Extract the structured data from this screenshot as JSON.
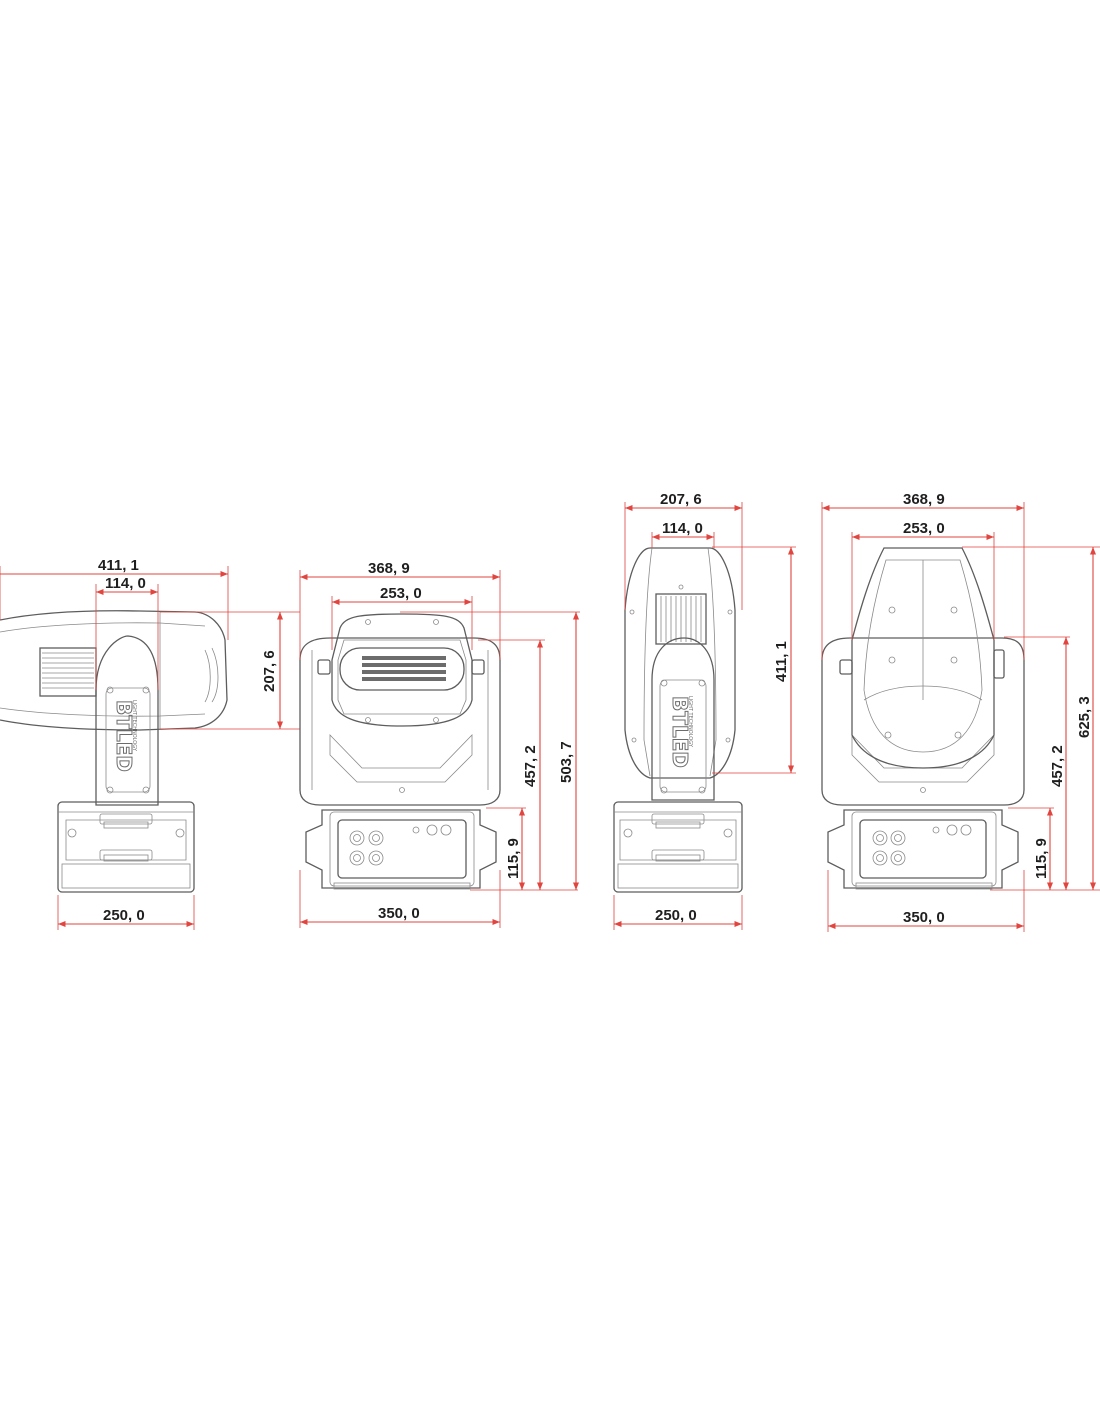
{
  "brand": {
    "logo": "BTLED",
    "tagline": "LIGHT TECHNOLOGY"
  },
  "colors": {
    "dimension_line": "#e0453f",
    "drawing_line": "#5d5d5d",
    "dimension_text": "#1f1f1f"
  },
  "units": "mm",
  "views": [
    {
      "id": "side-view-tilted",
      "dimensions": {
        "overall_length": "411, 1",
        "bracket_width": "114, 0",
        "head_height": "207, 6",
        "base_depth": "250, 0"
      }
    },
    {
      "id": "front-view-tilted",
      "dimensions": {
        "overall_width": "368, 9",
        "head_width": "253, 0",
        "height_to_tilt": "457, 2",
        "total_height": "503, 7",
        "base_height": "115, 9",
        "base_width": "350, 0"
      }
    },
    {
      "id": "side-view-upright",
      "dimensions": {
        "head_depth": "207, 6",
        "bracket_width": "114, 0",
        "head_length": "411, 1",
        "base_depth": "250, 0"
      }
    },
    {
      "id": "front-view-upright",
      "dimensions": {
        "overall_width": "368, 9",
        "head_width": "253, 0",
        "height_to_tilt": "457, 2",
        "total_height": "625, 3",
        "base_height": "115, 9",
        "base_width": "350, 0"
      }
    }
  ]
}
